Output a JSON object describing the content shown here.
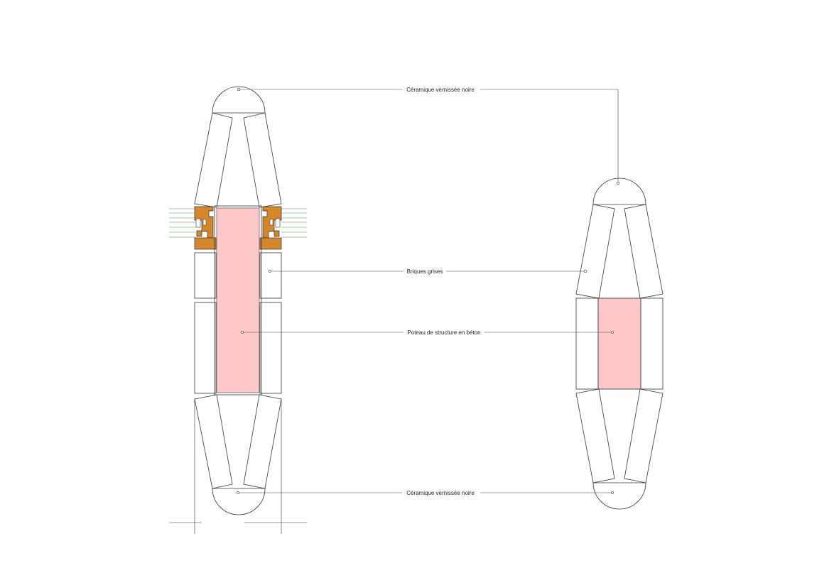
{
  "labels": {
    "ceramic_top": "Céramique vernissée noire",
    "bricks": "Briques grises",
    "column": "Poteau de structure en béton",
    "ceramic_bottom": "Céramique vernissée noire"
  },
  "colors": {
    "line": "#333333",
    "concrete": "#ffc8c8",
    "wood": "#d4862c",
    "glass": "#9fd0a8",
    "background": "#ffffff"
  }
}
